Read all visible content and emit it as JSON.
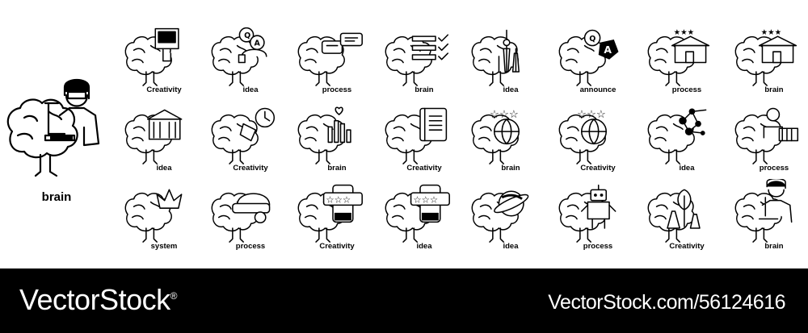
{
  "hero": {
    "label": "brain"
  },
  "rows": [
    [
      {
        "label": "Creativity",
        "icon": "touchscreen-icon"
      },
      {
        "label": "idea",
        "icon": "qa-headset-icon"
      },
      {
        "label": "process",
        "icon": "chat-bubbles-icon"
      },
      {
        "label": "brain",
        "icon": "checklist-icon"
      },
      {
        "label": "idea",
        "icon": "towers-icon"
      },
      {
        "label": "announce",
        "icon": "qa-bubbles-icon"
      },
      {
        "label": "process",
        "icon": "rated-building-icon"
      },
      {
        "label": "brain",
        "icon": "rated-house-icon"
      }
    ],
    [
      {
        "label": "idea",
        "icon": "museum-icon"
      },
      {
        "label": "Creativity",
        "icon": "clock-icon"
      },
      {
        "label": "brain",
        "icon": "growth-chart-icon"
      },
      {
        "label": "Creativity",
        "icon": "notebook-icon"
      },
      {
        "label": "brain",
        "icon": "star-globe-icon"
      },
      {
        "label": "Creativity",
        "icon": "star-globe-icon"
      },
      {
        "label": "idea",
        "icon": "molecule-icon"
      },
      {
        "label": "process",
        "icon": "scientist-icon"
      }
    ],
    [
      {
        "label": "system",
        "icon": "crown-icon"
      },
      {
        "label": "process",
        "icon": "vr-headset-icon"
      },
      {
        "label": "Creativity",
        "icon": "phone-rating-icon"
      },
      {
        "label": "idea",
        "icon": "phone-rating-icon"
      },
      {
        "label": "idea",
        "icon": "planet-icon"
      },
      {
        "label": "process",
        "icon": "robot-icon"
      },
      {
        "label": "Creativity",
        "icon": "lab-plant-icon"
      },
      {
        "label": "brain",
        "icon": "microscope-scientist-icon"
      }
    ]
  ],
  "footer": {
    "brand": "VectorStock",
    "registered_mark": "®",
    "stock_id": "VectorStock.com/56124616"
  }
}
